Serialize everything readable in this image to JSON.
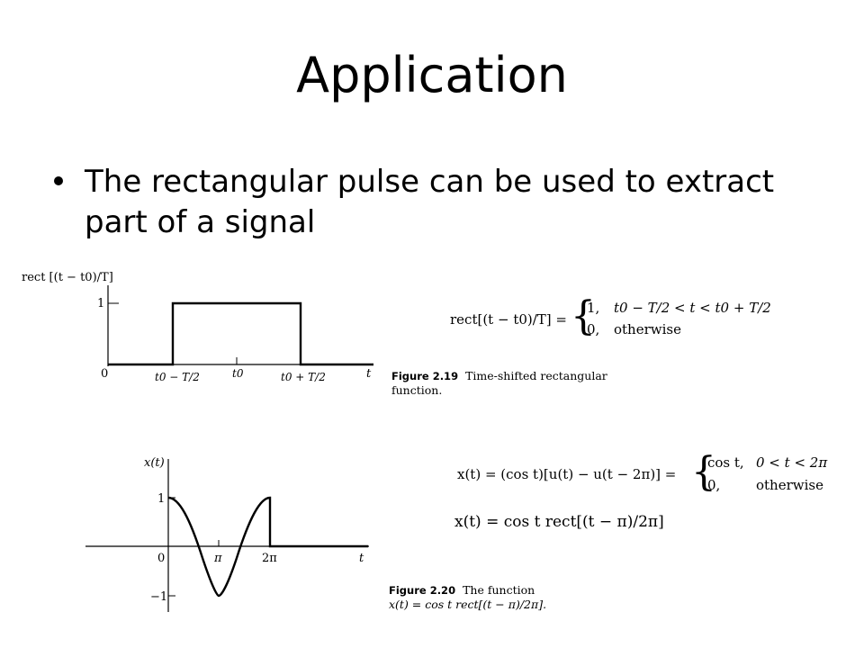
{
  "slide": {
    "title": "Application",
    "bullet": "The rectangular pulse can be used to extract part of a signal"
  },
  "figure1": {
    "plot": {
      "y_axis_label": "rect [(t − t0)/T]",
      "tick_1": "1",
      "origin": "0",
      "t_axis": "t",
      "left_edge_label": "t0 − T/2",
      "center_label": "t0",
      "right_edge_label": "t0 + T/2"
    },
    "equation": {
      "lhs": "rect[(t − t0)/T] =",
      "case1_value": "1,",
      "case1_condition": "t0 − T/2 < t < t0 + T/2",
      "case2_value": "0,",
      "case2_condition": "otherwise"
    },
    "caption": {
      "number": "Figure 2.19",
      "text": "Time-shifted rectangular function."
    }
  },
  "figure2": {
    "plot": {
      "y_axis_label": "x(t)",
      "tick_1": "1",
      "tick_minus_1": "−1",
      "origin": "0",
      "tick_pi": "π",
      "tick_2pi": "2π",
      "t_axis": "t"
    },
    "equation1": {
      "lhs": "x(t) = (cos t)[u(t) − u(t − 2π)] =",
      "case1_value": "cos t,",
      "case1_condition": "0 < t < 2π",
      "case2_value": "0,",
      "case2_condition": "otherwise"
    },
    "equation2": "x(t) = cos t rect[(t − π)/2π]",
    "caption": {
      "number": "Figure 2.20",
      "text_line1": "The function",
      "text_line2": "x(t) = cos t rect[(t − π)/2π]."
    }
  }
}
